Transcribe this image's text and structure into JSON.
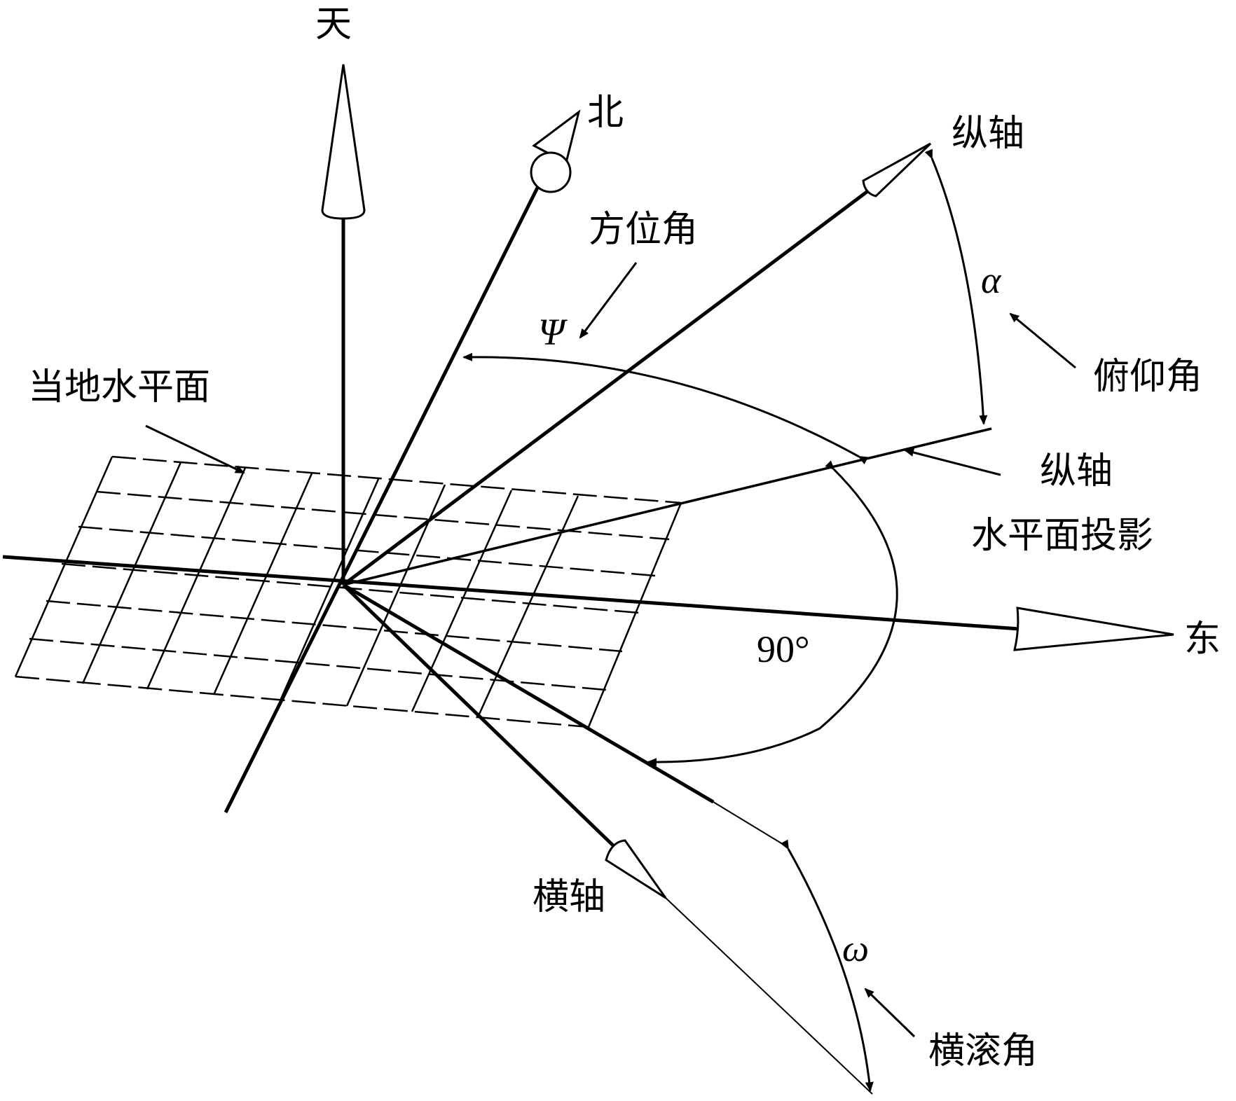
{
  "labels": {
    "up": "天",
    "north": "北",
    "east": "东",
    "azimuth": "方位角",
    "psi": "Ψ",
    "local_horizontal_plane": "当地水平面",
    "longitudinal_axis": "纵轴",
    "alpha": "α",
    "pitch_angle": "俯仰角",
    "longitudinal_axis_projection_line1": "纵轴",
    "longitudinal_axis_projection_line2": "水平面投影",
    "angle_90": "90°",
    "lateral_axis": "横轴",
    "omega": "ω",
    "roll_angle": "横滚角"
  },
  "colors": {
    "line": "#000000",
    "background": "#ffffff"
  }
}
